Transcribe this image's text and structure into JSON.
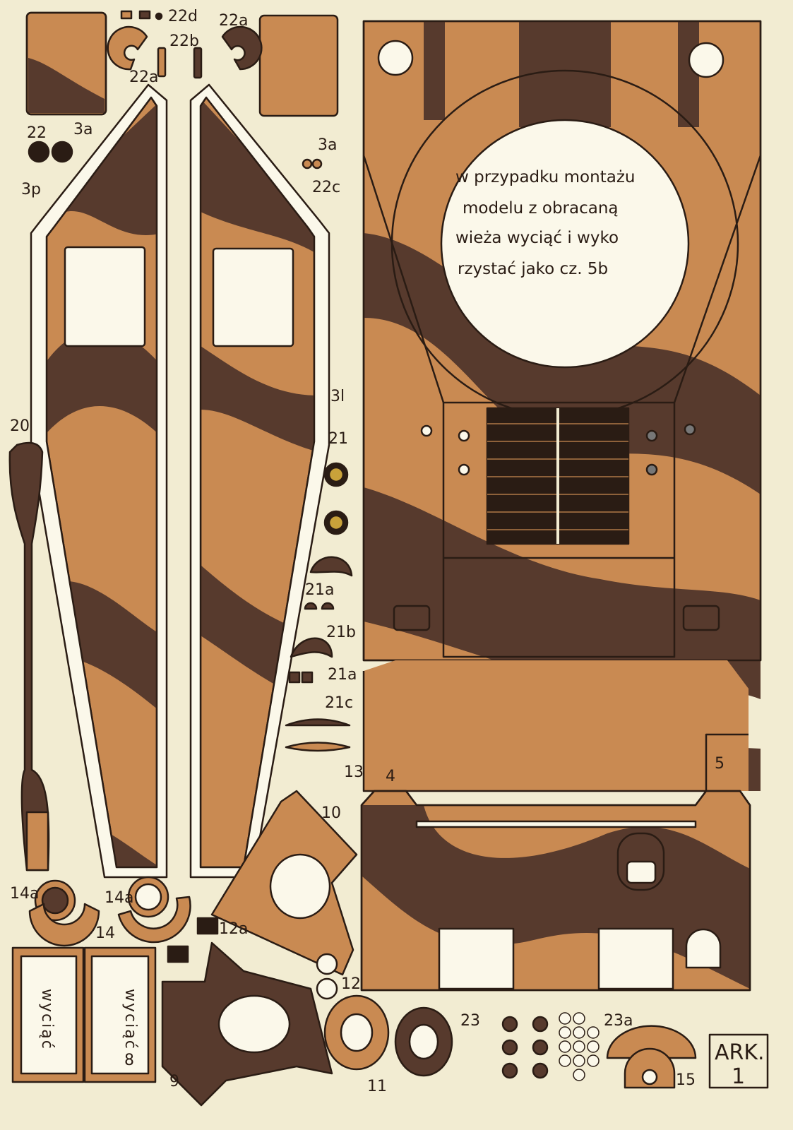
{
  "sheet": {
    "note_lines": [
      "w przypadku montażu",
      "modelu z obracaną",
      "wieża wyciąć i wyko",
      "rzystać jako cz. 5b"
    ],
    "sheet_id": {
      "line1": "ARK.",
      "line2": "1"
    },
    "cut_label_left": "wyciąć",
    "cut_label_right": "wyciąć",
    "part_labels": {
      "p22d": "22d",
      "p22a_top": "22a",
      "p22b": "22b",
      "p22a_left": "22a",
      "p3a_left": "3a",
      "p22": "22",
      "p3p": "3p",
      "p3a_right": "3a",
      "p22c": "22c",
      "p20": "20",
      "p3l": "3l",
      "p21": "21",
      "p21a_1": "21a",
      "p21b": "21b",
      "p21a_2": "21a",
      "p21c": "21c",
      "p13": "13",
      "p10": "10",
      "p4": "4",
      "p5": "5",
      "p14a_1": "14a",
      "p14a_2": "14a",
      "p14": "14",
      "p12a": "12a",
      "p12": "12",
      "p8": "8",
      "p9": "9",
      "p11": "11",
      "p23": "23",
      "p23a": "23a",
      "p15": "15"
    }
  },
  "colors": {
    "paper": "#f2ecd2",
    "tan": "#c98a52",
    "dark": "#573a2d",
    "line": "#2a1c14"
  }
}
